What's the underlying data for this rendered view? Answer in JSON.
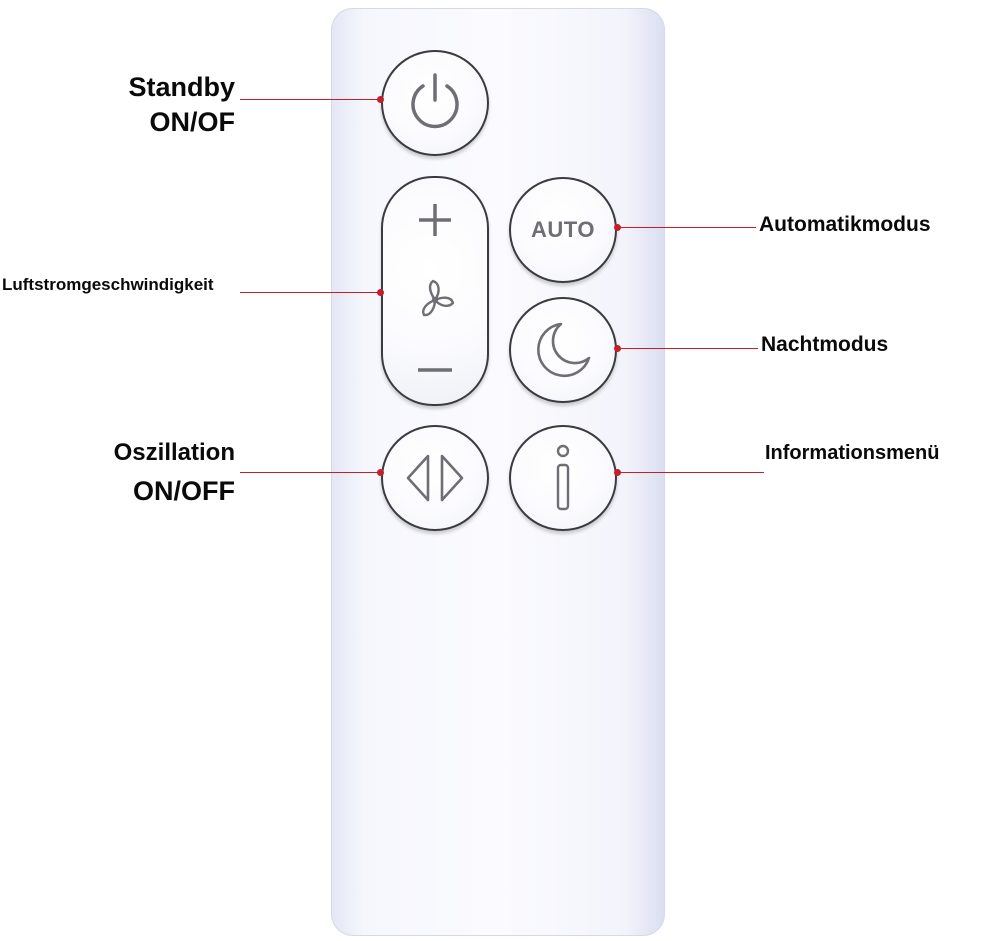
{
  "labels": {
    "standby_line1": "Standby",
    "standby_line2": "ON/OF",
    "airflow": "Luftstromgeschwindigkeit",
    "oscillation_line1": "Oszillation",
    "oscillation_line2": "ON/OFF",
    "auto_mode": "Automatikmodus",
    "night_mode": "Nachtmodus",
    "info_menu": "Informationsmenü"
  },
  "buttons": {
    "auto_text": "AUTO"
  },
  "icons": {
    "power": "power-icon",
    "plus": "plus-icon",
    "fan": "fan-icon",
    "minus": "minus-icon",
    "moon": "moon-icon",
    "oscillation": "oscillation-arrows-icon",
    "info": "info-icon"
  },
  "colors": {
    "callout_line": "#c5202a",
    "icon": "#6e6e74",
    "button_outline": "#3a3a40",
    "remote_body": "#f6f7fd"
  }
}
